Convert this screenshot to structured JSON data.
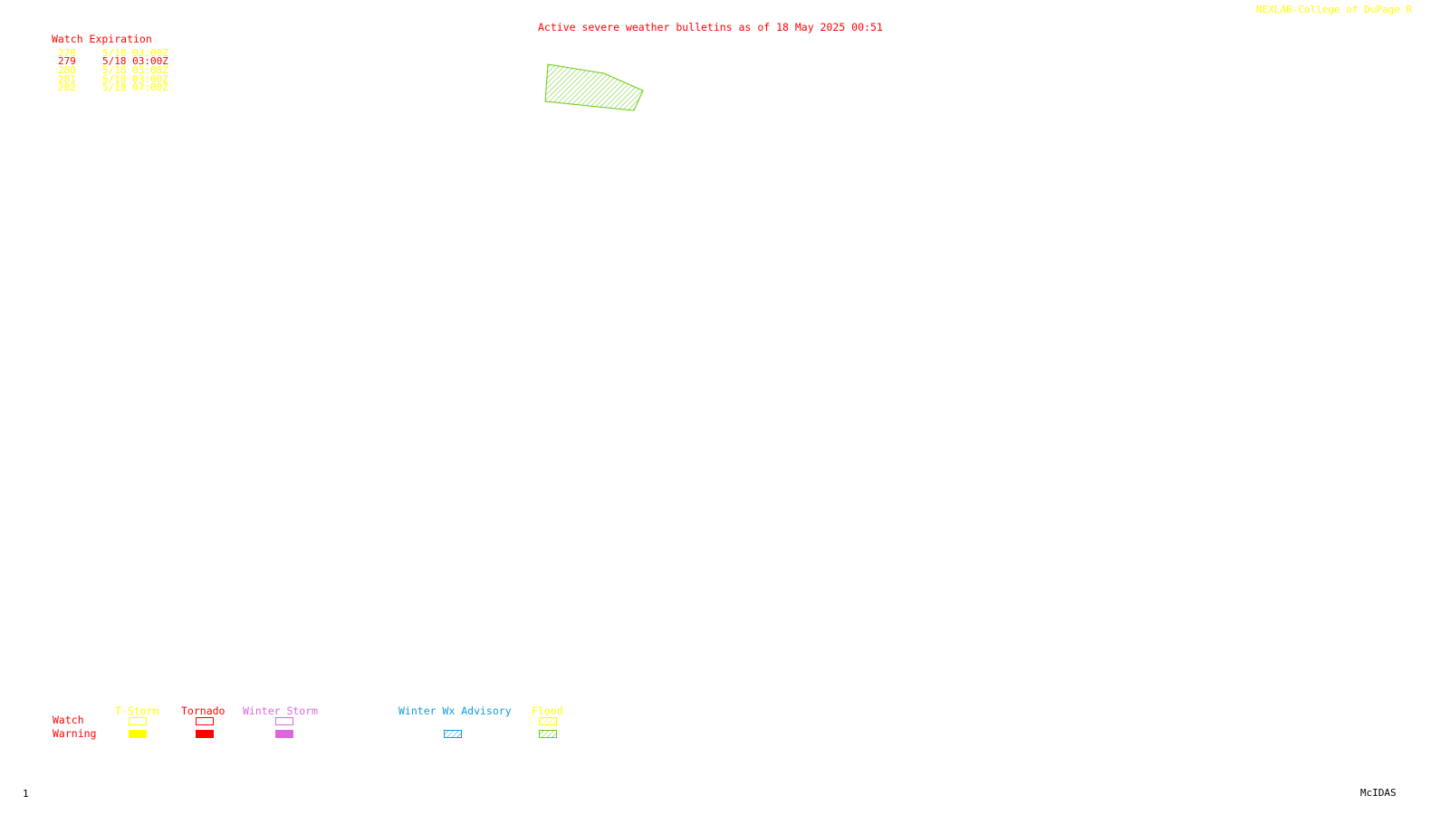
{
  "header": {
    "bulletin_title": "Active severe weather bulletins as of 18 May 2025 00:51",
    "credit": "NEXLAB-College of DuPage R"
  },
  "watch_expiration": {
    "title": "Watch Expiration",
    "rows": [
      {
        "id": "278",
        "time": "5/18 03:00Z",
        "color": "#ffff00"
      },
      {
        "id": "279",
        "time": "5/18 03:00Z",
        "color": "#ff0000"
      },
      {
        "id": "280",
        "time": "5/18 03:00Z",
        "color": "#ffff00"
      },
      {
        "id": "281",
        "time": "5/18 03:00Z",
        "color": "#ffff00"
      },
      {
        "id": "282",
        "time": "5/18 07:00Z",
        "color": "#ffff00"
      }
    ]
  },
  "map": {
    "polygons": [
      {
        "type": "flood",
        "color": "#66cc11",
        "pattern": "hatched"
      }
    ]
  },
  "legend": {
    "row_labels": {
      "watch": "Watch",
      "warning": "Warning"
    },
    "columns": [
      {
        "label": "T-Storm",
        "color": "#ffff00",
        "watch_style": "outline",
        "warning_style": "filled"
      },
      {
        "label": "Tornado",
        "color": "#ff0000",
        "watch_style": "outline",
        "warning_style": "filled"
      },
      {
        "label": "Winter Storm",
        "color": "#dd66dd",
        "watch_style": "outline",
        "warning_style": "filled"
      },
      {
        "label": "Winter Wx Advisory",
        "color": "#1199dd",
        "warning_style": "hatched"
      },
      {
        "label": "Flood",
        "color": "#66cc11",
        "watch_color": "#ffff00",
        "watch_style": "hatched",
        "warning_style": "hatched"
      }
    ]
  },
  "footer": {
    "frame_number": "1",
    "software": "McIDAS"
  },
  "colors": {
    "title_red": "#ff0000",
    "credit_yellow": "#ffff00",
    "footer_black": "#000000"
  }
}
